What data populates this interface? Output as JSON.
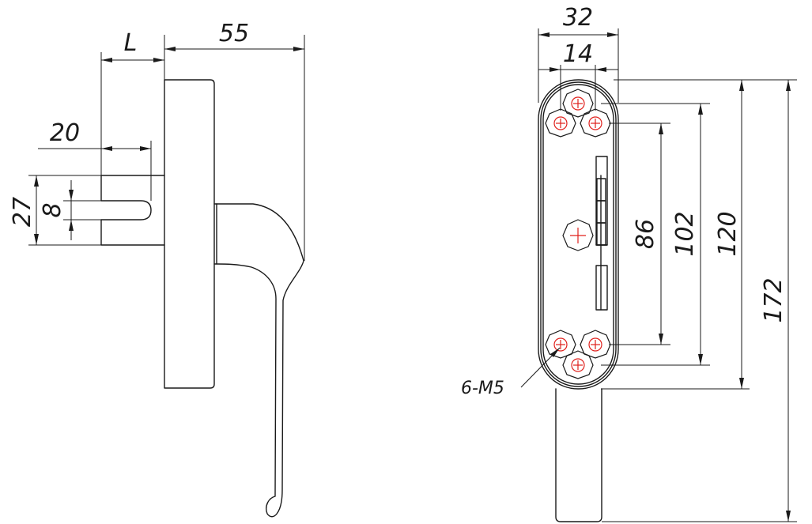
{
  "dimensions": {
    "L": "L",
    "d55": "55",
    "d20": "20",
    "d27": "27",
    "d8": "8",
    "d32": "32",
    "d14": "14",
    "d86": "86",
    "d102": "102",
    "d120": "120",
    "d172": "172"
  },
  "callout": {
    "screws": "6-M5"
  },
  "colors": {
    "line": "#1a1a1a",
    "screw_center": "#e0201c"
  }
}
